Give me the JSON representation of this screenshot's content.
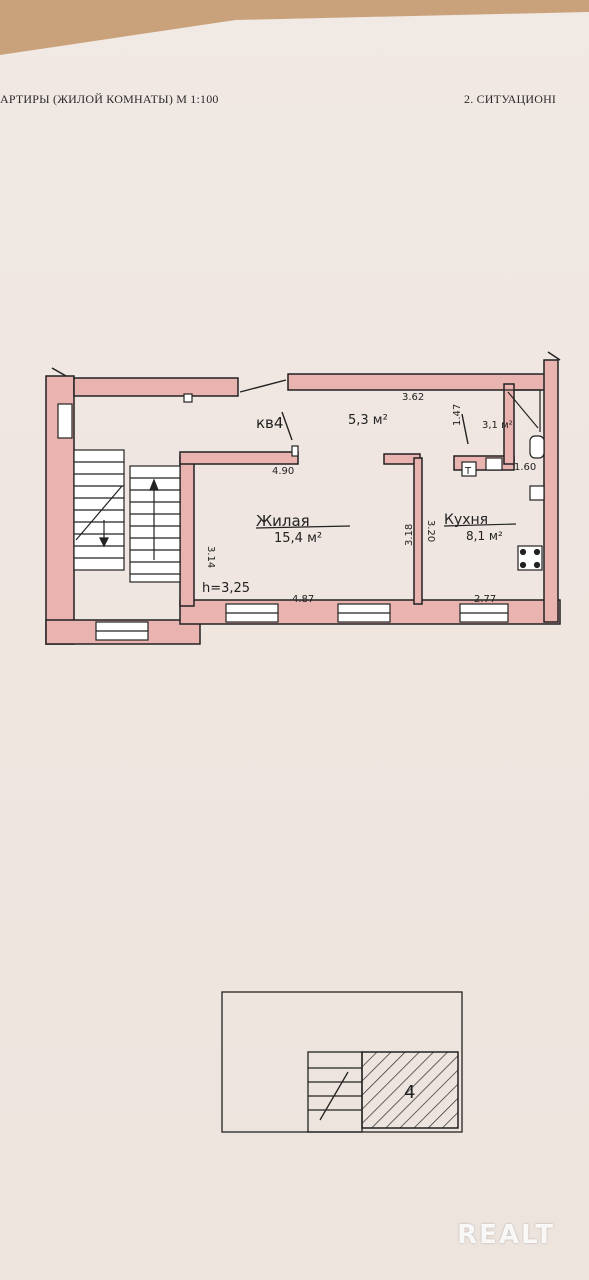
{
  "header": {
    "left_title": "АРТИРЫ (ЖИЛОЙ КОМНАТЫ) М 1:100",
    "right_title": "2. СИТУАЦИОНІ"
  },
  "plan": {
    "rooms": {
      "living": {
        "name": "Жилая",
        "area": "15,4 м²"
      },
      "kitchen": {
        "name": "Кухня",
        "area": "8,1 м²"
      },
      "hall": {
        "area": "5,3 м²"
      },
      "bath": {
        "area": "3,1 м²"
      }
    },
    "labels": {
      "apt": "кв4",
      "ceiling": "h=3,25",
      "t_mark": "Т"
    },
    "dims": {
      "d362": "3.62",
      "d490": "4.90",
      "d147": "1.47",
      "d160": "1.60",
      "d314": "3.14",
      "d318": "3.18",
      "d320": "3.20",
      "d487": "4.87",
      "d277": "2.77"
    },
    "colors": {
      "wall": "#e9b3b0",
      "line": "#222222"
    }
  },
  "situation": {
    "number": "4"
  },
  "watermark": "REALT"
}
